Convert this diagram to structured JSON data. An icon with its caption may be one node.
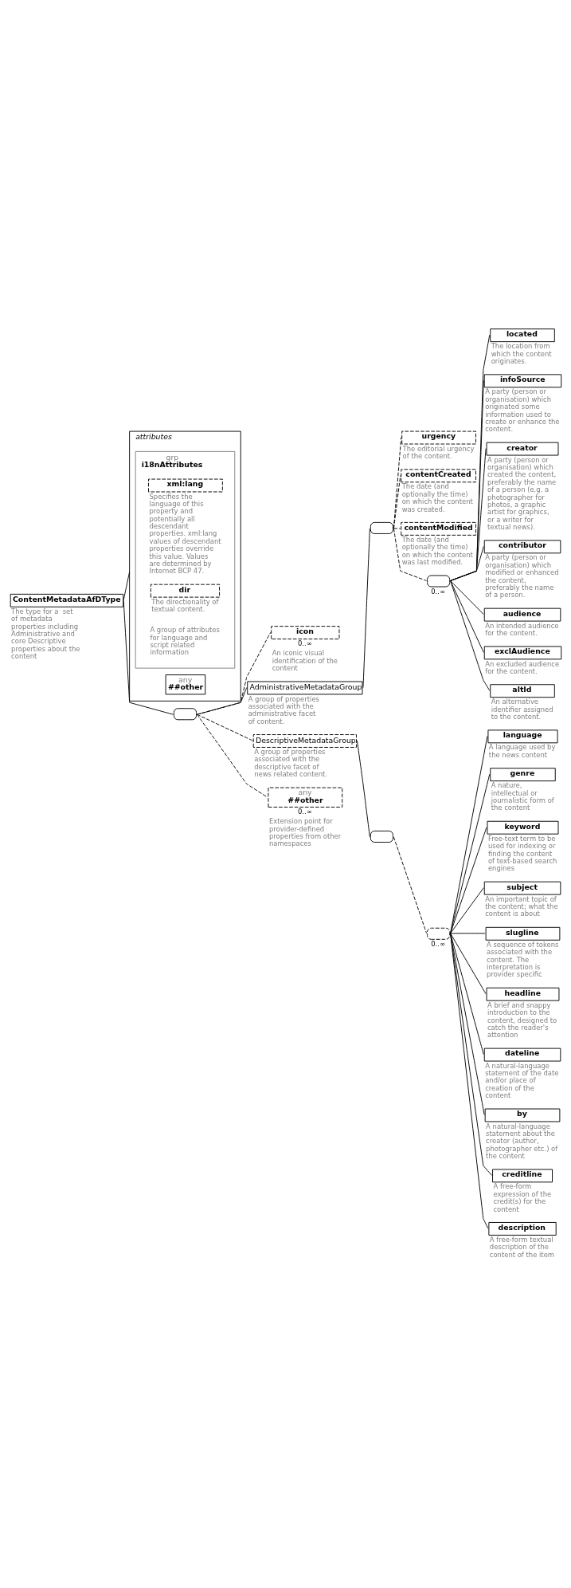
{
  "diagram": {
    "nodes": [
      {
        "text": [
          "ContentMetadataAfDType"
        ],
        "beside": [
          "The type for a  set of metadata properties including Administrative and core Descriptive properties about the content"
        ]
      },
      {
        "text": [
          "attributes"
        ]
      },
      {
        "text": [
          "grp",
          "i18nAttributes"
        ],
        "in": 1,
        "beside": [
          "A group of attributes for language and script related information"
        ]
      },
      {
        "text": [
          "xml:lang"
        ],
        "in": 2,
        "beside": [
          "Specifies the language of this property and potentially all descendant properties. xml:lang values of descendant properties override this value. Values are determined by Internet BCP 47."
        ]
      },
      {
        "text": [
          "dir"
        ],
        "in": 2,
        "beside": [
          "The directionality of textual content."
        ]
      },
      {
        "text": [
          "any",
          "##other"
        ],
        "in": 1
      },
      {
        "text": [],
        "shape": "octagon"
      },
      {
        "text": [
          "icon"
        ],
        "beside": [
          "0..∞",
          "An iconic visual identification of the content"
        ]
      },
      {
        "text": [
          "AdministrativeMetadataGroup"
        ],
        "beside": [
          "A group of properties associated with the administrative facet of content."
        ]
      },
      {
        "text": [],
        "shape": "octagon"
      },
      {
        "text": [
          "urgency"
        ],
        "beside": [
          "The editorial urgency of the content."
        ]
      },
      {
        "text": [
          "contentCreated"
        ],
        "beside": [
          "The date (and optionally the time) on which the content was created."
        ]
      },
      {
        "text": [
          "contentModified"
        ],
        "beside": [
          "The date (and optionally the time) on which the content was last modified."
        ]
      },
      {
        "text": [],
        "shape": "octagon",
        "beside": [
          "0..∞"
        ]
      },
      {
        "text": [
          "located"
        ],
        "beside": [
          "The location from which the content originates."
        ]
      },
      {
        "text": [
          "infoSource"
        ],
        "beside": [
          "A party (person or organisation) which originated some information used to create or enhance the content."
        ]
      },
      {
        "text": [
          "creator"
        ],
        "beside": [
          "A party (person or organisation) which created the content, preferably the name of a person (e.g. a photographer for photos, a graphic artist for graphics, or a writer for textual news)."
        ]
      },
      {
        "text": [
          "contributor"
        ],
        "beside": [
          "A party (person or organisation) which modified or enhanced the content, preferably the name of a person."
        ]
      },
      {
        "text": [
          "audience"
        ],
        "beside": [
          "An intended audience for the content."
        ]
      },
      {
        "text": [
          "exclAudience"
        ],
        "beside": [
          "An excluded audience for the content."
        ]
      },
      {
        "text": [
          "altId"
        ],
        "beside": [
          "An alternative identifier assigned to the content."
        ]
      },
      {
        "text": [
          "DescriptiveMetadataGroup"
        ],
        "beside": [
          "A group of properties associated with the descriptive facet of news related content."
        ]
      },
      {
        "text": [],
        "shape": "octagon"
      },
      {
        "text": [],
        "shape": "octagon",
        "beside": [
          "0..∞"
        ]
      },
      {
        "text": [
          "language"
        ],
        "beside": [
          "A language used by the news content"
        ]
      },
      {
        "text": [
          "genre"
        ],
        "beside": [
          "A nature, intellectual or journalistic form of the content"
        ]
      },
      {
        "text": [
          "keyword"
        ],
        "beside": [
          "Free-text term to be used for indexing or finding the content of text-based search engines"
        ]
      },
      {
        "text": [
          "subject"
        ],
        "beside": [
          "An important topic of the content; what the content is about"
        ]
      },
      {
        "text": [
          "slugline"
        ],
        "beside": [
          "A sequence of tokens associated with the content. The interpretation is provider specific"
        ]
      },
      {
        "text": [
          "headline"
        ],
        "beside": [
          "A brief and snappy introduction to the content, designed to catch the reader's attention"
        ]
      },
      {
        "text": [
          "dateline"
        ],
        "beside": [
          "A natural-language statement of the date and/or place of creation of the content"
        ]
      },
      {
        "text": [
          "by"
        ],
        "beside": [
          "A natural-language statement about the creator (author, photographer etc.) of the content"
        ]
      },
      {
        "text": [
          "creditline"
        ],
        "beside": [
          "A free-form expression of the credit(s) for the content"
        ]
      },
      {
        "text": [
          "description"
        ],
        "beside": [
          "A free-form textual description of the content of the item"
        ]
      },
      {
        "text": [
          "any",
          "##other"
        ],
        "beside": [
          "0..∞",
          "Extension point for provider-defined properties from other namespaces"
        ]
      }
    ],
    "edges": [
      {
        "from": 0,
        "to": 1,
        "arrow": "none"
      },
      {
        "from": 0,
        "to": 6,
        "arrow": "none"
      },
      {
        "from": 6,
        "to": 7,
        "arrow": "none",
        "style": "dashed"
      },
      {
        "from": 6,
        "to": 8,
        "arrow": "none"
      },
      {
        "from": 8,
        "to": 9,
        "arrow": "none"
      },
      {
        "from": 9,
        "to": 10,
        "arrow": "none",
        "style": "dashed"
      },
      {
        "from": 9,
        "to": 11,
        "arrow": "none",
        "style": "dashed"
      },
      {
        "from": 9,
        "to": 12,
        "arrow": "none",
        "style": "dashed"
      },
      {
        "from": 9,
        "to": 13,
        "arrow": "none",
        "style": "dashed"
      },
      {
        "from": 13,
        "to": 14,
        "arrow": "none"
      },
      {
        "from": 13,
        "to": 15,
        "arrow": "none"
      },
      {
        "from": 13,
        "to": 16,
        "arrow": "none"
      },
      {
        "from": 13,
        "to": 17,
        "arrow": "none"
      },
      {
        "from": 13,
        "to": 18,
        "arrow": "none"
      },
      {
        "from": 13,
        "to": 19,
        "arrow": "none"
      },
      {
        "from": 13,
        "to": 20,
        "arrow": "none"
      },
      {
        "from": 6,
        "to": 21,
        "arrow": "none",
        "style": "dashed"
      },
      {
        "from": 21,
        "to": 22,
        "arrow": "none"
      },
      {
        "from": 22,
        "to": 23,
        "arrow": "none",
        "style": "dashed"
      },
      {
        "from": 23,
        "to": 24,
        "arrow": "none"
      },
      {
        "from": 23,
        "to": 25,
        "arrow": "none"
      },
      {
        "from": 23,
        "to": 26,
        "arrow": "none"
      },
      {
        "from": 23,
        "to": 27,
        "arrow": "none"
      },
      {
        "from": 23,
        "to": 28,
        "arrow": "none"
      },
      {
        "from": 23,
        "to": 29,
        "arrow": "none"
      },
      {
        "from": 23,
        "to": 30,
        "arrow": "none"
      },
      {
        "from": 23,
        "to": 31,
        "arrow": "none"
      },
      {
        "from": 23,
        "to": 32,
        "arrow": "none"
      },
      {
        "from": 23,
        "to": 33,
        "arrow": "none"
      },
      {
        "from": 6,
        "to": 34,
        "arrow": "none",
        "style": "dashed"
      }
    ]
  }
}
